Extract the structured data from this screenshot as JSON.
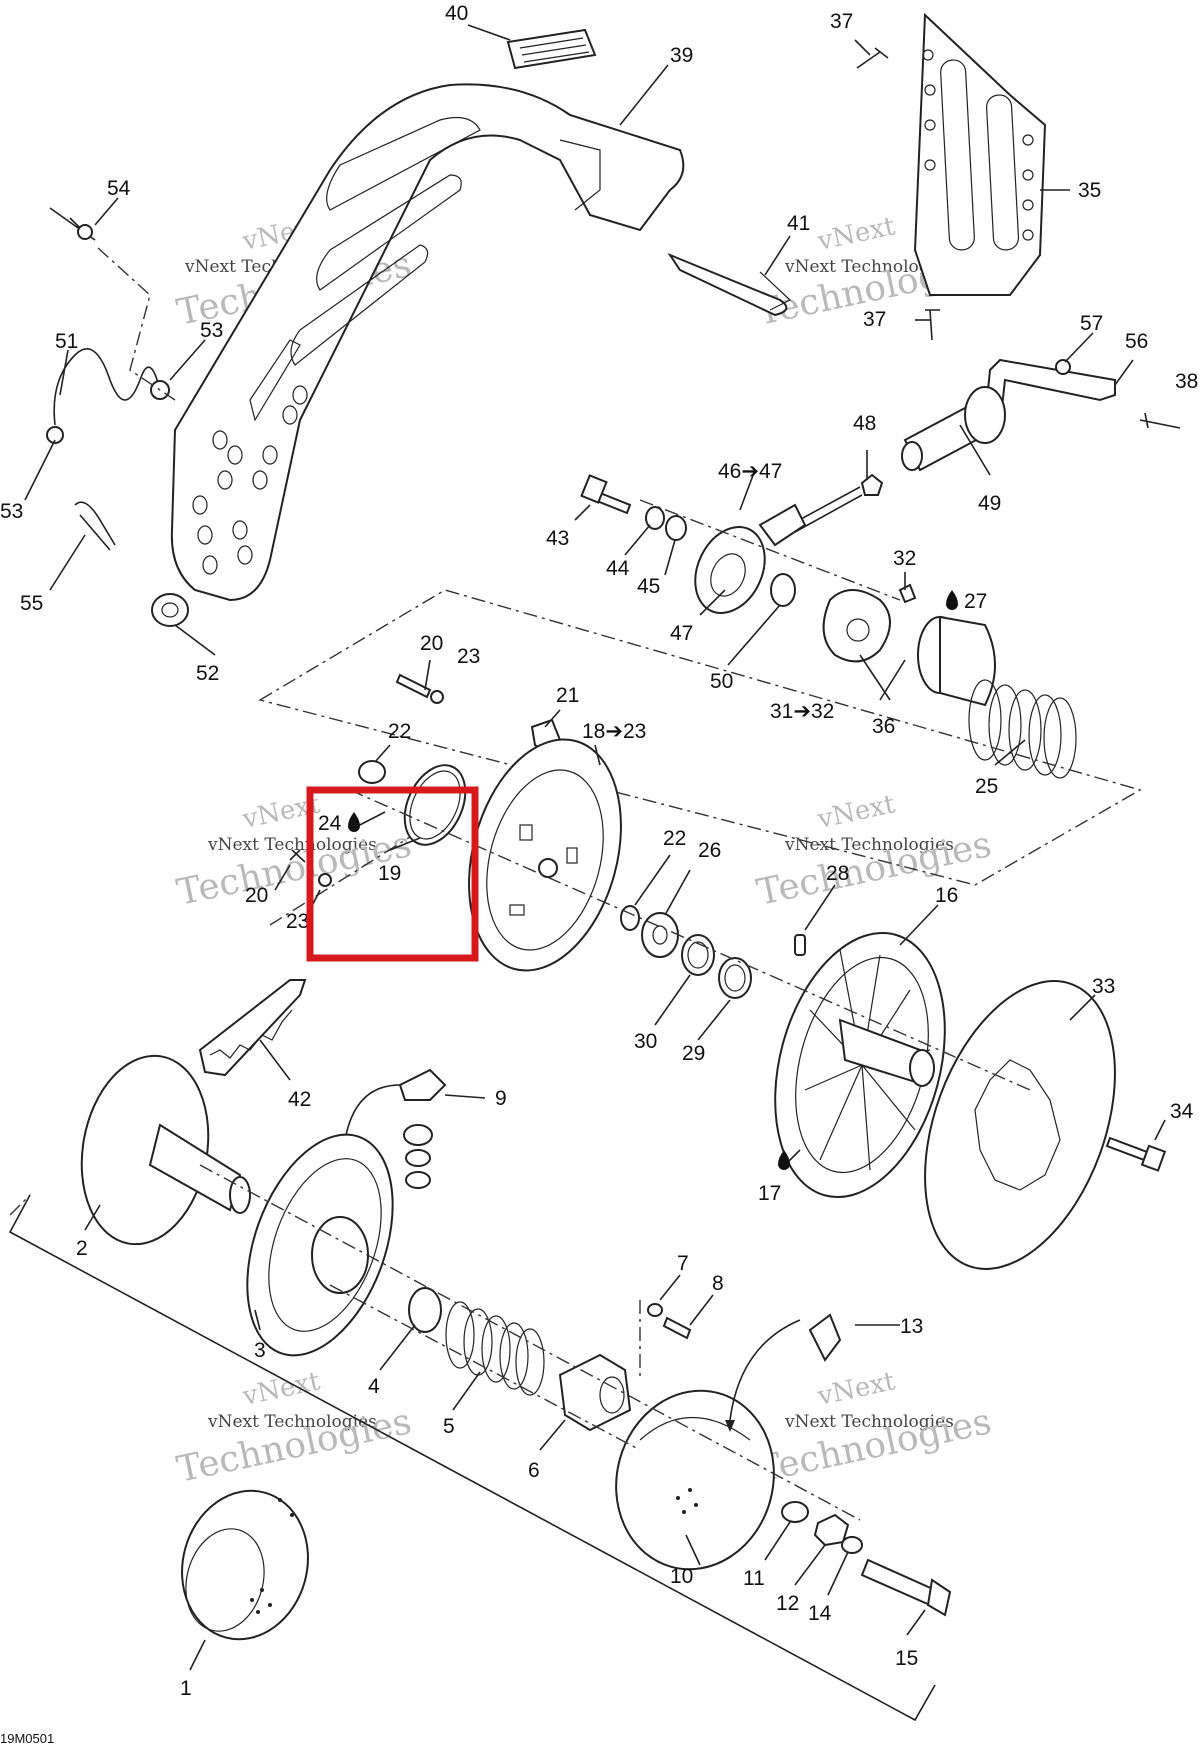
{
  "diagram": {
    "reference_code": "19M0501",
    "watermark_text": "vNext Technologies",
    "watermark_text_big": "Technologies",
    "watermark_text_top": "vNext",
    "highlight_color": "#d7191c",
    "labels": [
      {
        "id": "40",
        "text": "40"
      },
      {
        "id": "39",
        "text": "39"
      },
      {
        "id": "37a",
        "text": "37"
      },
      {
        "id": "35",
        "text": "35"
      },
      {
        "id": "54",
        "text": "54"
      },
      {
        "id": "41",
        "text": "41"
      },
      {
        "id": "37b",
        "text": "37"
      },
      {
        "id": "53a",
        "text": "53"
      },
      {
        "id": "57",
        "text": "57"
      },
      {
        "id": "56",
        "text": "56"
      },
      {
        "id": "38",
        "text": "38"
      },
      {
        "id": "51",
        "text": "51"
      },
      {
        "id": "48",
        "text": "48"
      },
      {
        "id": "53b",
        "text": "53"
      },
      {
        "id": "46",
        "text": "46➔47"
      },
      {
        "id": "43",
        "text": "43"
      },
      {
        "id": "49",
        "text": "49"
      },
      {
        "id": "44",
        "text": "44"
      },
      {
        "id": "45",
        "text": "45"
      },
      {
        "id": "55",
        "text": "55"
      },
      {
        "id": "32",
        "text": "32"
      },
      {
        "id": "27",
        "text": "27"
      },
      {
        "id": "47",
        "text": "47"
      },
      {
        "id": "52",
        "text": "52"
      },
      {
        "id": "50",
        "text": "50"
      },
      {
        "id": "20a",
        "text": "20"
      },
      {
        "id": "23a",
        "text": "23"
      },
      {
        "id": "31",
        "text": "31➔32"
      },
      {
        "id": "36",
        "text": "36"
      },
      {
        "id": "21",
        "text": "21"
      },
      {
        "id": "18",
        "text": "18➔23"
      },
      {
        "id": "22a",
        "text": "22"
      },
      {
        "id": "25",
        "text": "25"
      },
      {
        "id": "24",
        "text": "24"
      },
      {
        "id": "19",
        "text": "19"
      },
      {
        "id": "22b",
        "text": "22"
      },
      {
        "id": "26",
        "text": "26"
      },
      {
        "id": "20b",
        "text": "20"
      },
      {
        "id": "28",
        "text": "28"
      },
      {
        "id": "16",
        "text": "16"
      },
      {
        "id": "23b",
        "text": "23"
      },
      {
        "id": "33",
        "text": "33"
      },
      {
        "id": "30",
        "text": "30"
      },
      {
        "id": "29",
        "text": "29"
      },
      {
        "id": "42",
        "text": "42"
      },
      {
        "id": "9",
        "text": "9"
      },
      {
        "id": "34",
        "text": "34"
      },
      {
        "id": "17",
        "text": "17"
      },
      {
        "id": "2",
        "text": "2"
      },
      {
        "id": "7",
        "text": "7"
      },
      {
        "id": "8",
        "text": "8"
      },
      {
        "id": "3",
        "text": "3"
      },
      {
        "id": "13",
        "text": "13"
      },
      {
        "id": "4",
        "text": "4"
      },
      {
        "id": "5",
        "text": "5"
      },
      {
        "id": "6",
        "text": "6"
      },
      {
        "id": "10",
        "text": "10"
      },
      {
        "id": "11",
        "text": "11"
      },
      {
        "id": "12",
        "text": "12"
      },
      {
        "id": "14",
        "text": "14"
      },
      {
        "id": "15",
        "text": "15"
      },
      {
        "id": "1",
        "text": "1"
      }
    ]
  }
}
